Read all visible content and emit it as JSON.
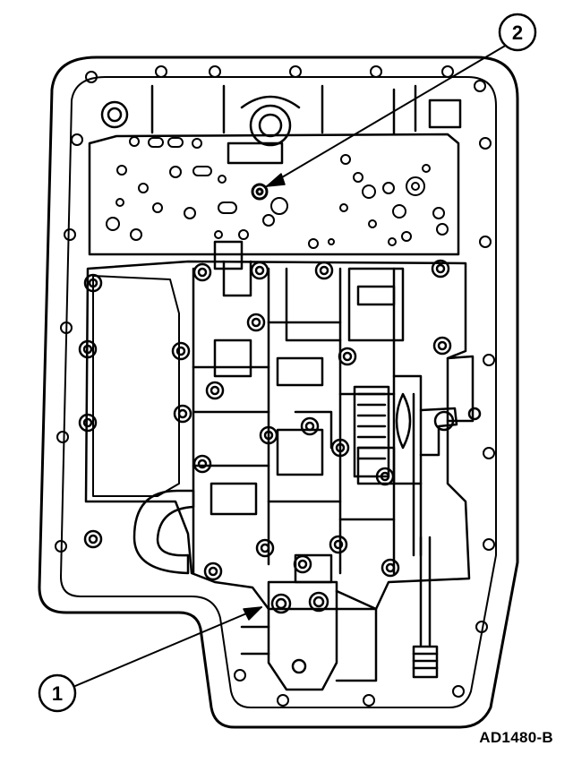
{
  "callouts": [
    {
      "label": "1"
    },
    {
      "label": "2"
    }
  ],
  "figure_code": "AD1480-B"
}
